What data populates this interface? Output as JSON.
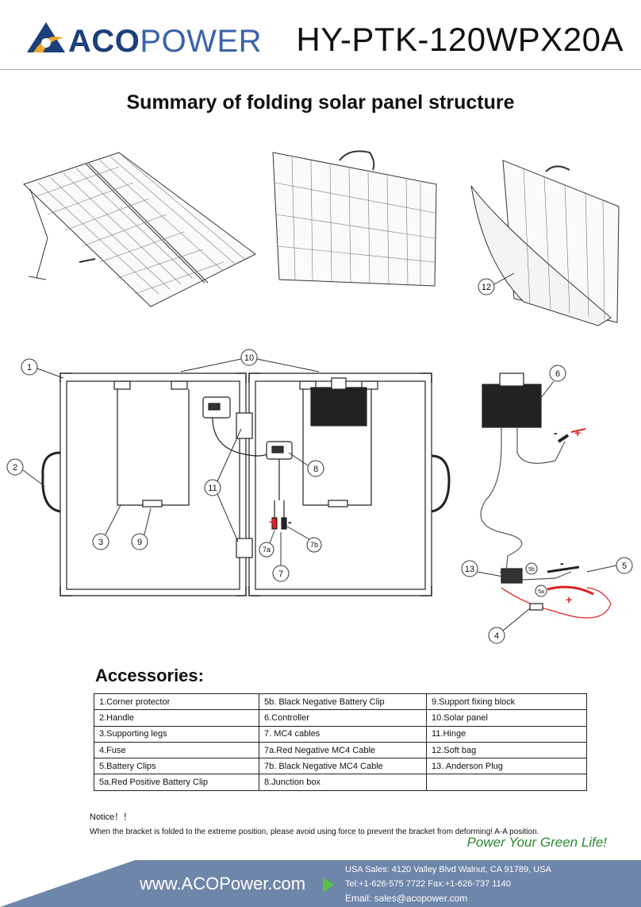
{
  "header": {
    "brand_a": "ACO",
    "brand_b": "POWER",
    "model": "HY-PTK-120WPX20A"
  },
  "title": "Summary of folding solar panel structure",
  "callouts": {
    "c1": "1",
    "c2": "2",
    "c3": "3",
    "c4": "4",
    "c5": "5",
    "c5a": "5a",
    "c5b": "5b",
    "c6": "6",
    "c7": "7",
    "c7a": "7a",
    "c7b": "7b",
    "c8": "8",
    "c9": "9",
    "c10": "10",
    "c11": "11",
    "c12": "12",
    "c13": "13",
    "plus": "+",
    "minus": "-"
  },
  "accessories": {
    "heading": "Accessories:",
    "rows": [
      [
        "1.Corner protector",
        "5b. Black Negative Battery Clip",
        "9.Support fixing block"
      ],
      [
        "2.Handle",
        "6.Controller",
        "10.Solar panel"
      ],
      [
        "3.Supporting legs",
        "7. MC4 cables",
        "11.Hinge"
      ],
      [
        "4.Fuse",
        "7a.Red Negative MC4 Cable",
        "12.Soft bag"
      ],
      [
        "5.Battery Clips",
        "7b. Black Negative MC4 Cable",
        "13. Anderson Plug"
      ],
      [
        "5a.Red Positive Battery Clip",
        "8.Junction box",
        ""
      ]
    ]
  },
  "notice": {
    "title": "Notice！！",
    "body": "When the bracket is folded to the extreme position, please avoid using force to prevent the bracket from deforming! A-A position."
  },
  "slogan": "Power Your Green Life!",
  "footer": {
    "website": "www.ACOPower.com",
    "address_label": "USA Sales:",
    "address": "4120 Valley Blvd Walnut, CA 91789, USA",
    "tel": "Tel:+1-626-575 7722    Fax:+1-626-737 1140",
    "email": "Email: sales@acopower.com"
  },
  "colors": {
    "brand_blue": "#1c3f7a",
    "accent_orange": "#f2a329",
    "footer_blue": "#6f86ab",
    "slogan_green": "#2a8a2e",
    "positive_red": "#e0202a"
  }
}
